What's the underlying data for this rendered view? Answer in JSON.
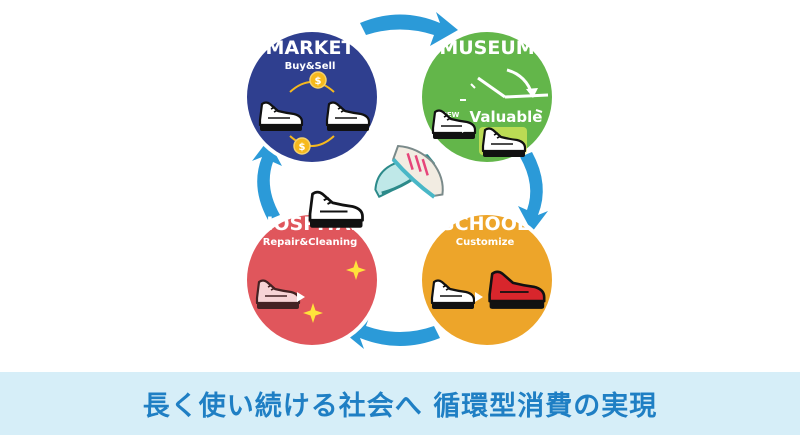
{
  "colors": {
    "market": "#2f3f8f",
    "museum": "#63b64a",
    "hospital": "#e0565c",
    "school": "#eda52a",
    "arrow": "#2b9ad8",
    "banner_bg": "#d6eef8",
    "banner_text": "#1f7fc4"
  },
  "market": {
    "title": "MARKET",
    "subtitle": "Buy&Sell"
  },
  "museum": {
    "title": "MUSEUM",
    "label": "Valuable",
    "new_tag": "NEW"
  },
  "hospital": {
    "title": "HOSPITAL",
    "subtitle": "Repair&Cleaning"
  },
  "school": {
    "title": "SCHOOL",
    "subtitle": "Customize"
  },
  "banner": {
    "text": "長く使い続ける社会へ 循環型消費の実現"
  },
  "icons": [
    "shoe-icon",
    "coin-icon",
    "clock-icon",
    "sparkle-icon",
    "cycle-arrow-icon"
  ]
}
